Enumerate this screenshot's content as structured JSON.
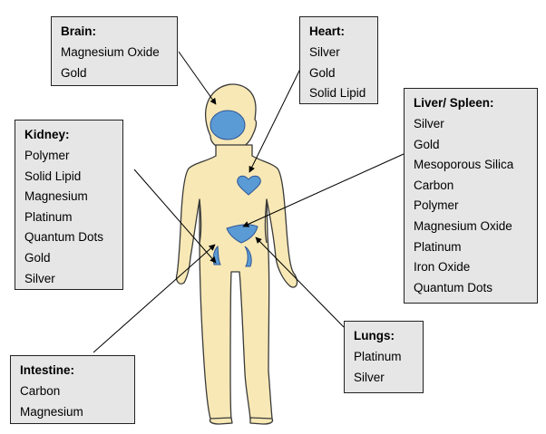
{
  "boxes": {
    "brain": {
      "title": "Brain:",
      "items": [
        "Magnesium Oxide",
        "Gold"
      ]
    },
    "heart": {
      "title": "Heart:",
      "items": [
        "Silver",
        "Gold",
        "Solid Lipid"
      ]
    },
    "liver": {
      "title": "Liver/ Spleen:",
      "items": [
        "Silver",
        "Gold",
        "Mesoporous Silica",
        "Carbon",
        "Polymer",
        "Magnesium Oxide",
        "Platinum",
        "Iron Oxide",
        "Quantum Dots"
      ]
    },
    "kidney": {
      "title": "Kidney:",
      "items": [
        "Polymer",
        "Solid Lipid",
        "Magnesium",
        "Platinum",
        "Quantum Dots",
        "Gold",
        "Silver"
      ]
    },
    "lungs": {
      "title": "Lungs:",
      "items": [
        "Platinum",
        "Silver"
      ]
    },
    "intestine": {
      "title": "Intestine:",
      "items": [
        "Carbon",
        "Magnesium"
      ]
    }
  },
  "colors": {
    "body_fill": "#f7e8b5",
    "body_stroke": "#3a3a3a",
    "organ_fill": "#5b9bd5",
    "organ_stroke": "#2f5597",
    "box_fill": "#e6e6e6",
    "arrow": "#000000"
  }
}
